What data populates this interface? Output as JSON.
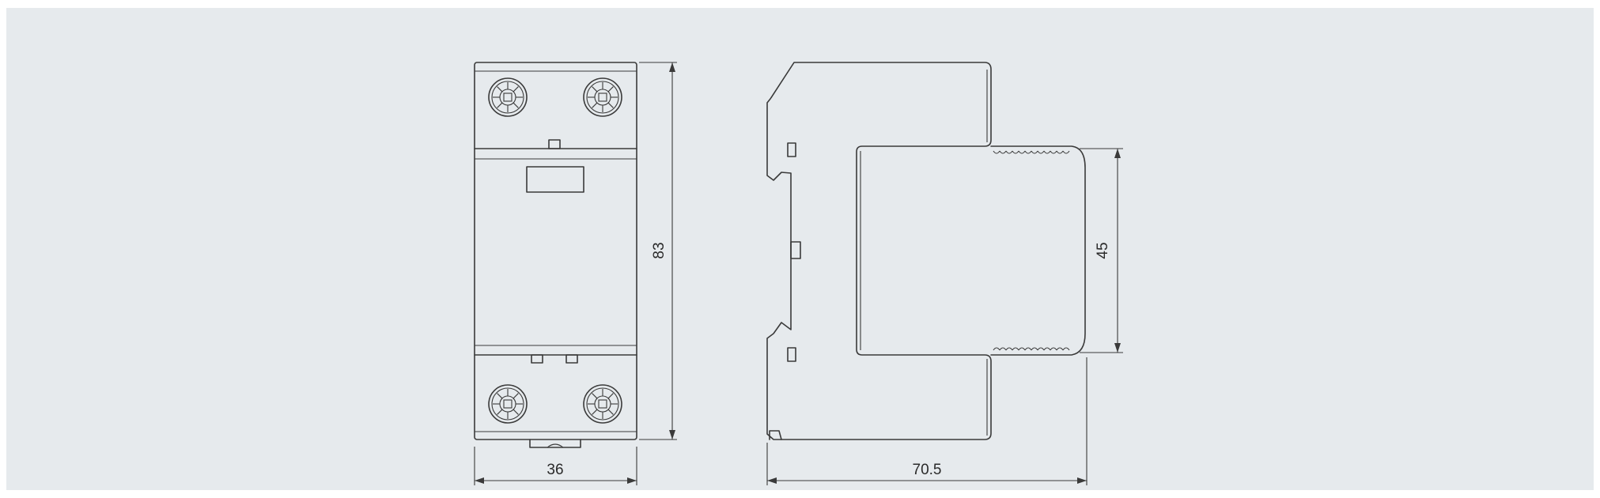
{
  "drawing": {
    "dimensions": {
      "width_front": "36",
      "height_front": "83",
      "depth_side": "70.5",
      "front_panel_height": "45"
    }
  }
}
